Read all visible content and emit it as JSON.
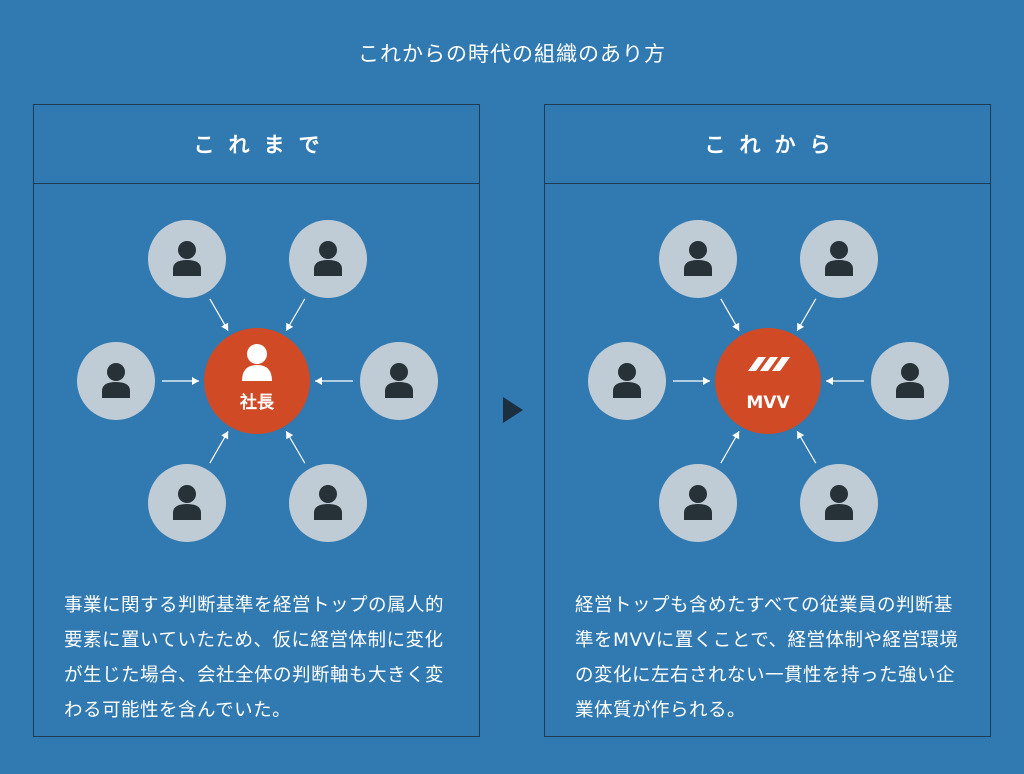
{
  "title": "これからの時代の組織のあり方",
  "panels": [
    {
      "heading": "これまで",
      "center_label": "社長",
      "center_icon": "person-icon",
      "description": "事業に関する判断基準を経営トップの属人的要素に置いていたため、仮に経営体制に変化が生じた場合、会社全体の判断軸も大きく変わる可能性を含んでいた。"
    },
    {
      "heading": "これから",
      "center_label": "MVV",
      "center_icon": "mvv-slashes-icon",
      "description": "経営トップも含めたすべての従業員の判断基準をMVVに置くことで、経営体制や経営環境の変化に左右されない一貫性を持った強い企業体質が作られる。"
    }
  ],
  "colors": {
    "background": "#3079b1",
    "node_fill": "#c0ccd5",
    "person_icon": "#273238",
    "center_fill": "#d04a26",
    "border": "#1f3b52"
  }
}
